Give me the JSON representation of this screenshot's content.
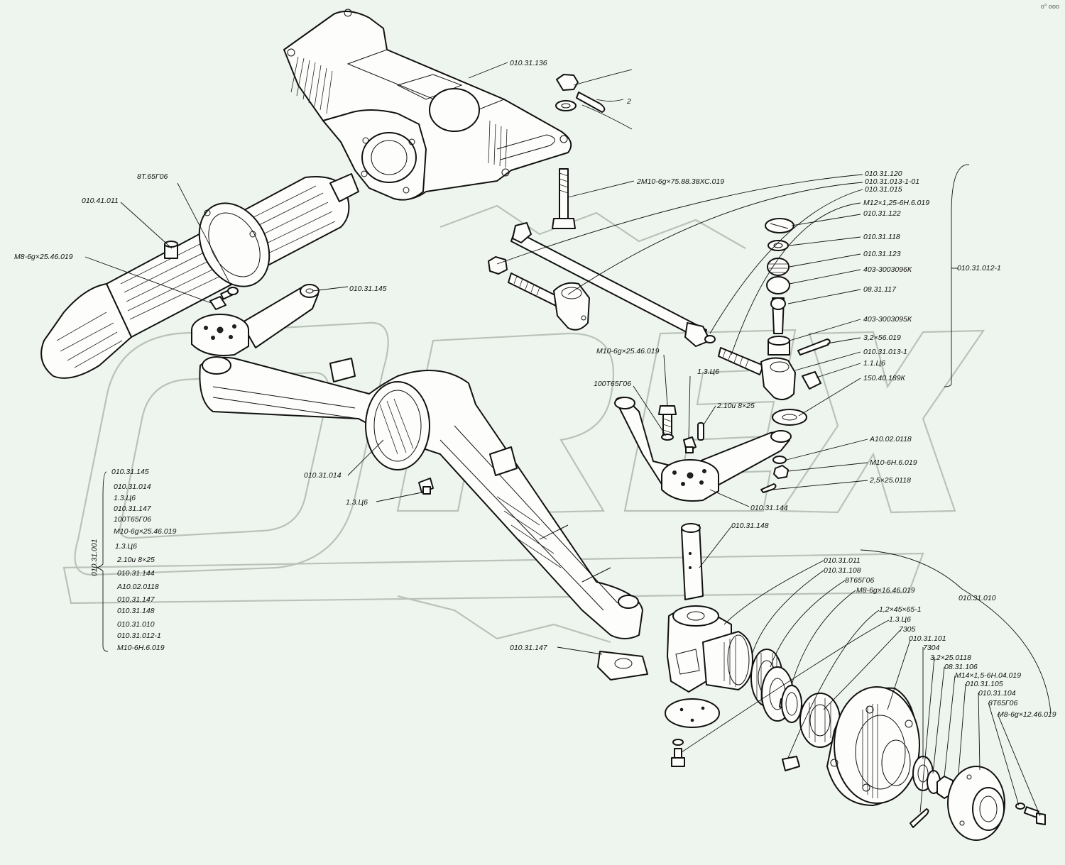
{
  "corner_mark": "o° ooo",
  "labels": {
    "l_010_31_136": "010.31.136",
    "l_2": "2",
    "l_2m10": "2М10-6g×75.88.38ХС.019",
    "l_8t65g06_a": "8Т.65Г06",
    "l_010_41_011": "010.41.011",
    "l_m8_25": "М8-6g×25.46.019",
    "l_010_31_145": "010.31.145",
    "l_010_31_120": "010.31.120",
    "l_010_31_013_1_01": "010.31.013-1-01",
    "l_010_31_015": "010.31.015",
    "l_m12": "М12×1,25-6Н.6.019",
    "l_010_31_122": "010.31.122",
    "l_010_31_118": "010.31.118",
    "l_010_31_123": "010.31.123",
    "l_403_3003096k": "403-3003096К",
    "l_08_31_117": "08.31.117",
    "l_010_31_012_1": "010.31.012-1",
    "l_403_3003095k": "403-3003095К",
    "l_3_2x56": "3,2×56.019",
    "l_010_31_013_1": "010.31.013-1",
    "l_1_1_c6": "1.1.Ц6",
    "l_150_40_189k": "150.40.189К",
    "l_m10_25_b": "М10-6g×25.46.019",
    "l_100t65g06": "100Т65Г06",
    "l_1_3_c6_a": "1.3.Ц6",
    "l_2_10u": "2.10и 8×25",
    "l_a10_02": "А10.02.0118",
    "l_m10_6h": "М10-6Н.6.019",
    "l_2_5x25": "2,5×25.0118",
    "l_010_31_144": "010.31.144",
    "l_010_31_014": "010.31.014",
    "l_1_3_c6_b": "1.3.Ц6",
    "l_010_31_148": "010.31.148",
    "l_010_31_011": "010.31.011",
    "l_010_31_108": "010.31.108",
    "l_8t65g06_b": "8Т65Г06",
    "l_m8_16": "М8-6g×16.46.019",
    "l_010_31_010": "010.31.010",
    "l_1_2x45": "1,2×45×65-1",
    "l_1_3_c6_c": "1.3.Ц6",
    "l_7305": "7305",
    "l_010_31_101": "010.31.101",
    "l_7304": "7304",
    "l_3_2x25": "3,2×25.0118",
    "l_08_31_106": "08.31.106",
    "l_m14": "М14×1,5-6Н.04.019",
    "l_010_31_105": "010.31.105",
    "l_010_31_104": "010.31.104",
    "l_8t65g06_c": "8Т65Г06",
    "l_m8_12": "М8-6g×12.46.019",
    "l_010_31_147": "010.31.147",
    "l_010_31_001": "010.31.001"
  },
  "assembly_list": [
    "010.31.145",
    "010.31.014",
    "1.3.Ц6",
    "010.31.147",
    "100Т65Г06",
    "М10-6g×25.46.019",
    "1.3.Ц6",
    "2.10и 8×25",
    "010.31.144",
    "А10.02.0118",
    "010.31.147",
    "010.31.148",
    "010.31.010",
    "010.31.012-1",
    "М10-6Н.6.019"
  ]
}
